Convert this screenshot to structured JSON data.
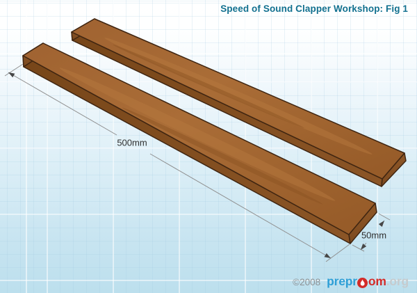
{
  "header": {
    "title": "Speed of Sound Clapper Workshop: Fig 1",
    "title_color": "#11708F"
  },
  "figure": {
    "object_count": 2,
    "objects": [
      "wooden-plank-back",
      "wooden-plank-front"
    ]
  },
  "dimensions": {
    "length": {
      "label": "500mm"
    },
    "width": {
      "label": "50mm"
    }
  },
  "footer": {
    "copyright": "©2008",
    "logo_prefix": "prepr",
    "logo_flame_letter": "o",
    "logo_suffix": "om",
    "logo_domain": ".org"
  },
  "colors": {
    "plank_top": "#A4672F",
    "plank_side": "#7D4A21",
    "plank_outline": "#3F2511",
    "dimension_line": "#8F8F8F",
    "dimension_text": "#2F2F2F",
    "background_bottom": "#BCDFED",
    "logo_blue": "#2E9FD6",
    "logo_red": "#D32B28",
    "logo_gray": "#C6CBCE"
  }
}
